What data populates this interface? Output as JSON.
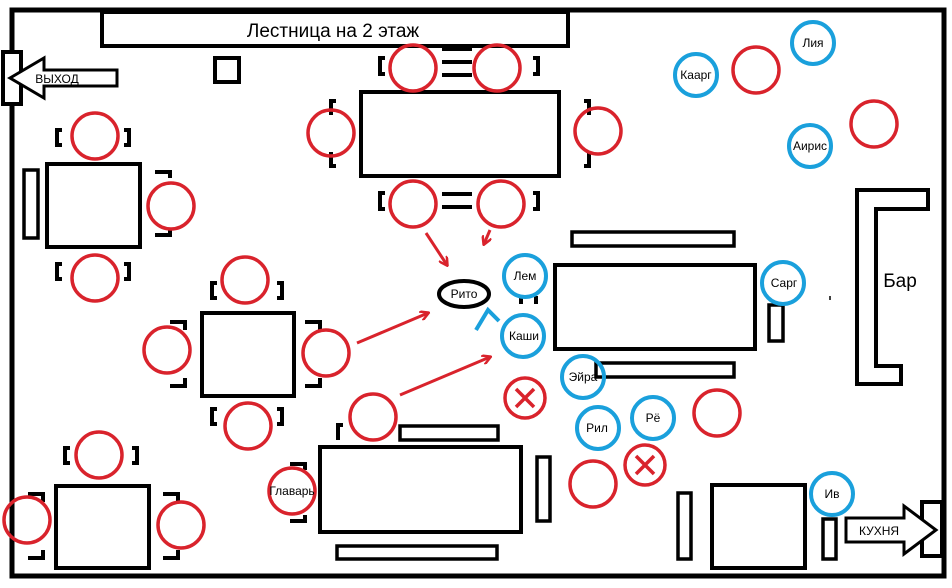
{
  "labels": {
    "stairs": "Лестница на 2 этаж",
    "exit": "ВЫХОД",
    "bar": "Бар",
    "kitchen": "КУХНЯ"
  },
  "people": {
    "liya": "Лия",
    "kaarg": "Каарг",
    "airis": "Аирис",
    "lem": "Лем",
    "kashi": "Каши",
    "sarg": "Сарг",
    "eyra": "Эйра",
    "ril": "Рил",
    "ryo": "Рё",
    "iv": "Ив",
    "glavar": "Главарь",
    "rito": "Рито"
  },
  "colors": {
    "npc": "#d9232c",
    "party": "#1aa0dc",
    "wall": "#000000"
  }
}
